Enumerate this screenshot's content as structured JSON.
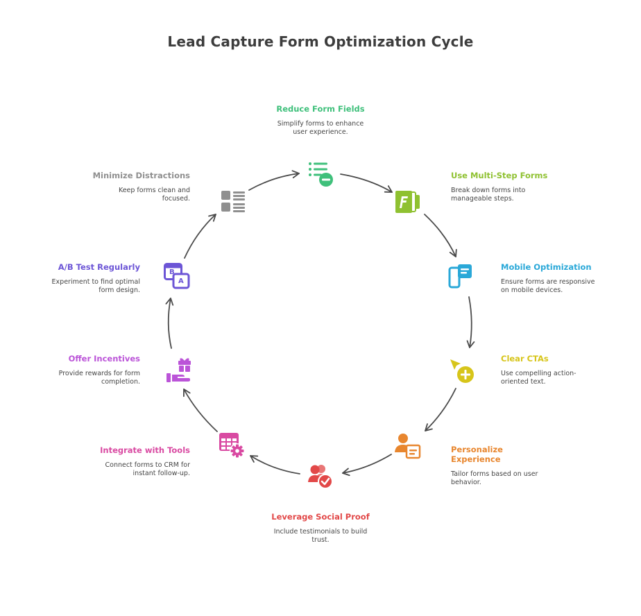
{
  "title": "Lead Capture Form Optimization Cycle",
  "steps": [
    {
      "heading": "Reduce Form Fields",
      "description": "Simplify forms to enhance user experience.",
      "color": "#3fc07b",
      "icon": "list-minus-icon"
    },
    {
      "heading": "Use Multi-Step Forms",
      "description": "Break down forms into manageable steps.",
      "color": "#8fc131",
      "icon": "multi-step-pages-icon"
    },
    {
      "heading": "Mobile Optimization",
      "description": "Ensure forms are responsive on mobile devices.",
      "color": "#2aa8d8",
      "icon": "mobile-devices-icon"
    },
    {
      "heading": "Clear CTAs",
      "description": "Use compelling action-oriented text.",
      "color": "#d7c51a",
      "icon": "cursor-plus-icon"
    },
    {
      "heading": "Personalize Experience",
      "description": "Tailor forms based on user behavior.",
      "color": "#e8862e",
      "icon": "user-form-icon"
    },
    {
      "heading": "Leverage Social Proof",
      "description": "Include testimonials to build trust.",
      "color": "#e24848",
      "icon": "users-check-icon"
    },
    {
      "heading": "Integrate with Tools",
      "description": "Connect forms to CRM for instant follow-up.",
      "color": "#d94aa2",
      "icon": "table-gear-icon"
    },
    {
      "heading": "Offer Incentives",
      "description": "Provide rewards for form completion.",
      "color": "#bb54d8",
      "icon": "gift-hand-icon"
    },
    {
      "heading": "A/B Test Regularly",
      "description": "Experiment to find optimal form design.",
      "color": "#6c55d6",
      "icon": "ab-test-icon",
      "icon_letters": [
        "B",
        "A"
      ]
    },
    {
      "heading": "Minimize Distractions",
      "description": "Keep forms clean and focused.",
      "color": "#8f8f8f",
      "icon": "layout-grid-icon"
    }
  ]
}
